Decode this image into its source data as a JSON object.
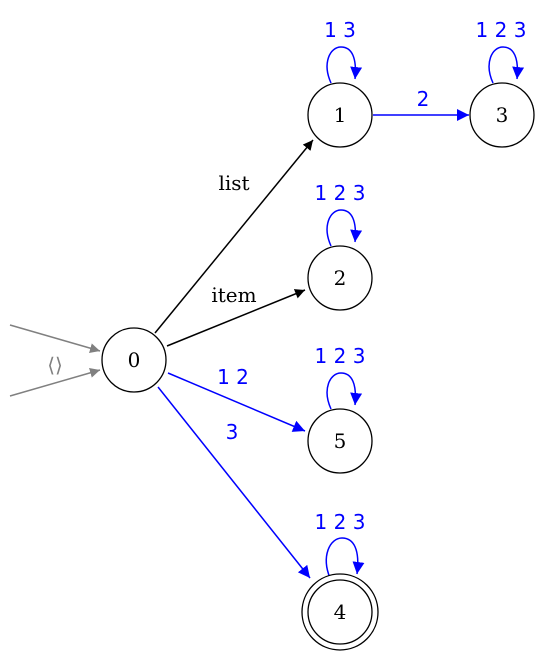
{
  "colors": {
    "black_edge": "#000000",
    "blue_edge": "#0000ff",
    "initial_edge": "#808080"
  },
  "nodes": {
    "n0": "0",
    "n1": "1",
    "n2": "2",
    "n3": "3",
    "n4": "4",
    "n5": "5"
  },
  "edges": {
    "initial_label": "⟨⟩",
    "e0_1": "list",
    "e0_2": "item",
    "e0_5": "1 2",
    "e0_4": "3",
    "e1_3": "2",
    "loop1": "1 3",
    "loop3": "1 2 3",
    "loop2": "1 2 3",
    "loop5": "1 2 3",
    "loop4": "1 2 3"
  }
}
